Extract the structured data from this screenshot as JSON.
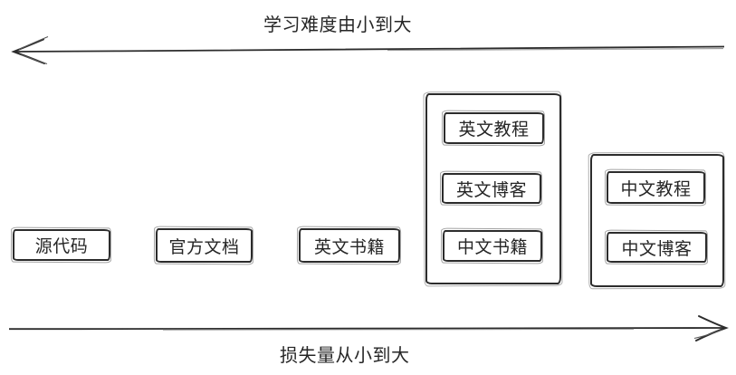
{
  "axes": {
    "top": {
      "label": "学习难度由小到大",
      "direction": "left"
    },
    "bottom": {
      "label": "损失量从小到大",
      "direction": "right"
    }
  },
  "standalone_nodes": [
    {
      "label": "源代码"
    },
    {
      "label": "官方文档"
    },
    {
      "label": "英文书籍"
    }
  ],
  "groups": [
    {
      "nodes": [
        {
          "label": "英文教程"
        },
        {
          "label": "英文博客"
        },
        {
          "label": "中文书籍"
        }
      ]
    },
    {
      "nodes": [
        {
          "label": "中文教程"
        },
        {
          "label": "中文博客"
        }
      ]
    }
  ],
  "colors": {
    "stroke": "#2c2c2c",
    "text": "#262626",
    "background": "#ffffff"
  }
}
